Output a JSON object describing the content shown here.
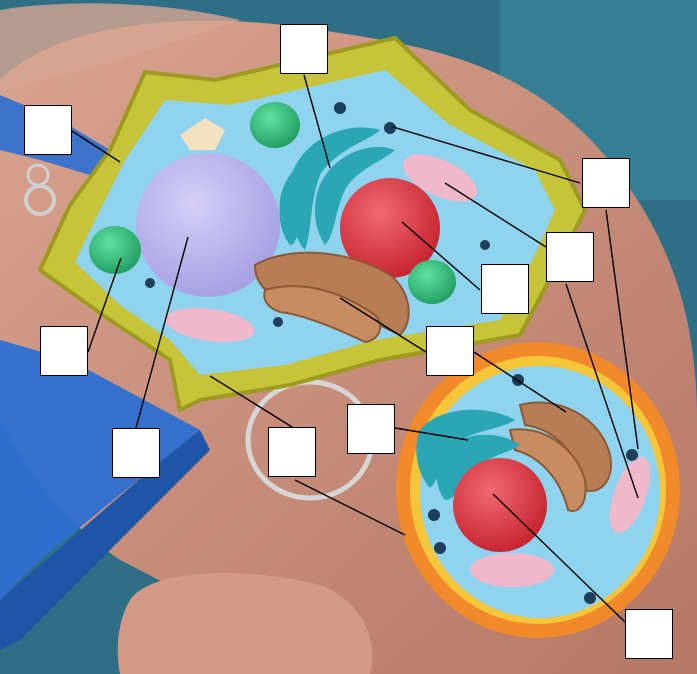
{
  "figure": {
    "subject": "plant-cell-and-animal-cell-clay-models",
    "colors": {
      "background_teal": "#2f6f86",
      "hand_skin": "#c98f79",
      "plant_wall": "#c8c43a",
      "plant_wall_dark": "#9d9a20",
      "cytoplasm": "#8fd3ee",
      "vacuole": "#b9b2ee",
      "nucleus": "#e13a45",
      "golgi_er": "#b87d55",
      "mitochondria_pink": "#f1b8cc",
      "chloroplast_green": "#2fbf7a",
      "er_teal": "#2aa6b5",
      "animal_membrane": "#f08a2a",
      "animal_membrane_inner": "#f5c53a",
      "blue_strap": "#2c6fd1",
      "key_ring": "#c9c9c9"
    },
    "labels": [
      {
        "id": "label-1",
        "text": ""
      },
      {
        "id": "label-2",
        "text": ""
      },
      {
        "id": "label-3",
        "text": ""
      },
      {
        "id": "label-4",
        "text": ""
      },
      {
        "id": "label-5",
        "text": ""
      },
      {
        "id": "label-6",
        "text": ""
      },
      {
        "id": "label-7",
        "text": ""
      },
      {
        "id": "label-8",
        "text": ""
      },
      {
        "id": "label-9",
        "text": ""
      },
      {
        "id": "label-10",
        "text": ""
      },
      {
        "id": "label-11",
        "text": ""
      },
      {
        "id": "label-12",
        "text": ""
      }
    ]
  }
}
